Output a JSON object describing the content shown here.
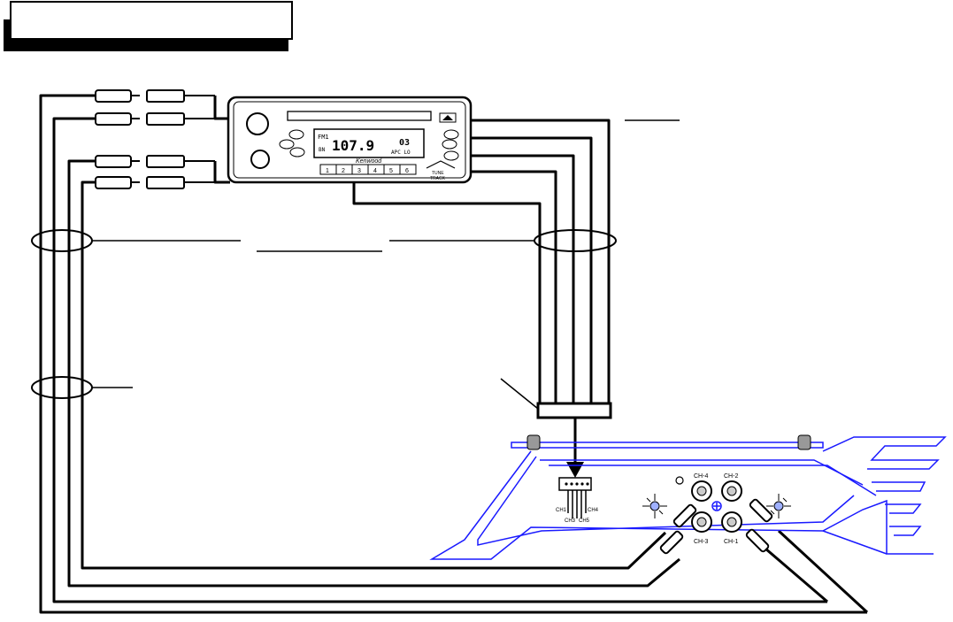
{
  "title_box": {
    "text": ""
  },
  "head_unit": {
    "display_band": "FM1",
    "display_sub": "BN",
    "display_freq": "107.9",
    "display_preset": "03",
    "display_flags": "APC LO",
    "brand": "Kenwood",
    "preset_buttons": [
      "1",
      "2",
      "3",
      "4",
      "5",
      "6"
    ],
    "label_tune": "TUNE",
    "label_track": "TRACK"
  },
  "amplifier": {
    "channels": [
      "CH-1",
      "CH-2",
      "CH-3",
      "CH-4"
    ],
    "connector_labels": [
      "CH1",
      "CH4",
      "CH3",
      "CH5"
    ]
  },
  "colors": {
    "wire": "#000000",
    "amp_outline": "#1a1aff"
  }
}
